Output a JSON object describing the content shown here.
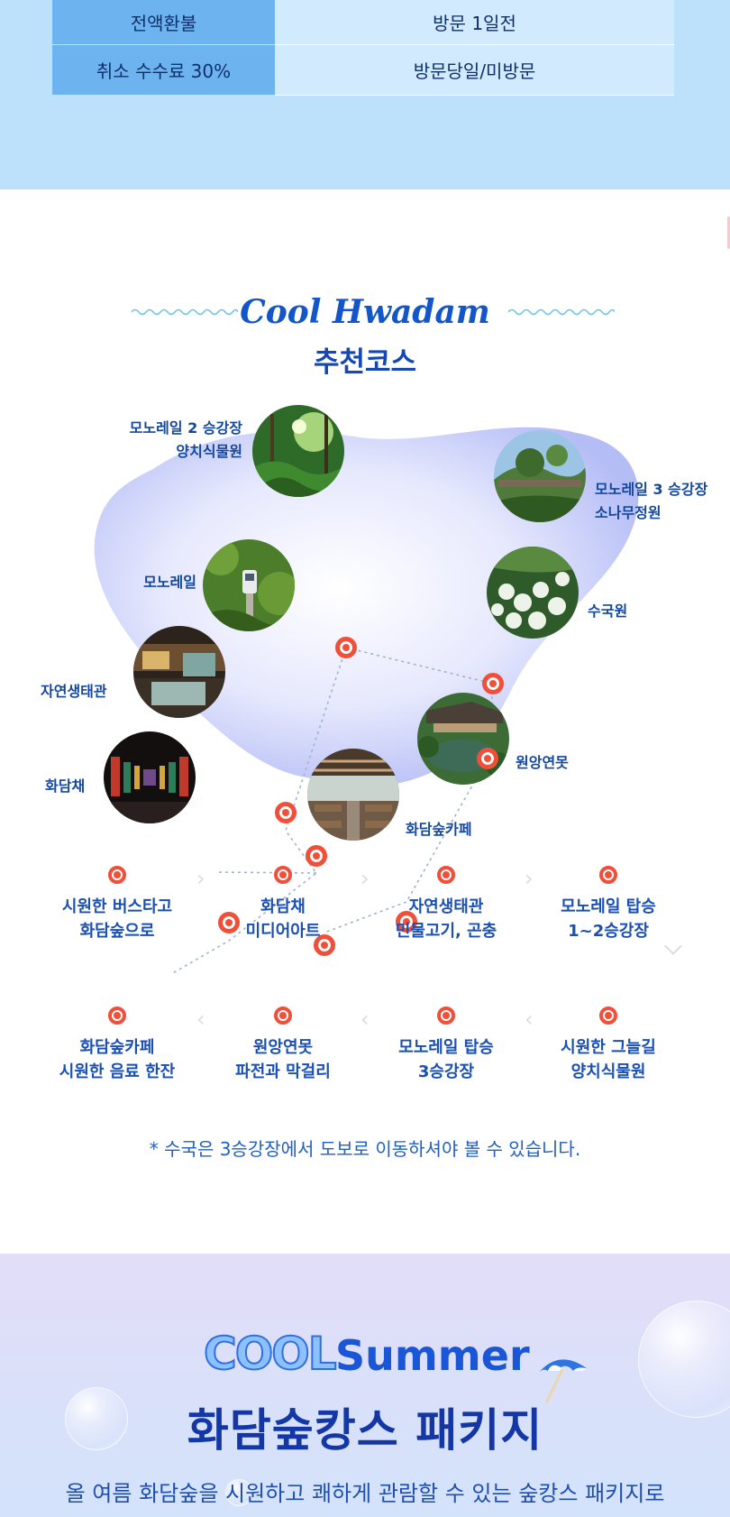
{
  "refund_table": {
    "rows": [
      {
        "policy": "전액환불",
        "timing": "방문 1일전"
      },
      {
        "policy": "취소 수수료 30%",
        "timing": "방문당일/미방문"
      }
    ]
  },
  "course": {
    "title": "Cool Hwadam",
    "subtitle": "추천코스",
    "map_labels": {
      "monorail_2": [
        "모노레일 2 승강장",
        "양치식물원"
      ],
      "monorail_3": [
        "모노레일 3 승강장",
        "소나무정원"
      ],
      "monorail": "모노레일",
      "sugukwon": "수국원",
      "nature_hall": "자연생태관",
      "wonang": "원앙연못",
      "hwadamchae": "화담채",
      "cafe": "화담숲카페"
    },
    "steps_row1": [
      {
        "line1": "시원한 버스타고",
        "line2": "화담숲으로"
      },
      {
        "line1": "화담채",
        "line2": "미디어아트"
      },
      {
        "line1": "자연생태관",
        "line2": "민물고기, 곤충"
      },
      {
        "line1": "모노레일 탑승",
        "line2": "1~2승강장"
      }
    ],
    "steps_row2": [
      {
        "line1": "화담숲카페",
        "line2": "시원한 음료 한잔"
      },
      {
        "line1": "원앙연못",
        "line2": "파전과 막걸리"
      },
      {
        "line1": "모노레일 탑승",
        "line2": "3승강장"
      },
      {
        "line1": "시원한 그늘길",
        "line2": "양치식물원"
      }
    ],
    "note": "* 수국은 3승강장에서 도보로 이동하셔야 볼 수 있습니다."
  },
  "package": {
    "cool": "COOL",
    "summer": "Summer",
    "title": "화담숲캉스 패키지",
    "description": "올 여름 화담숲을 시원하고 쾌하게 관람할 수 있는 숲캉스 패키지로"
  },
  "colors": {
    "accent": "#1356c9",
    "pin": "#f0503a",
    "table_left": "#6cb3f0",
    "table_right": "#d1eafd",
    "section_bg": "#bde0fb"
  }
}
